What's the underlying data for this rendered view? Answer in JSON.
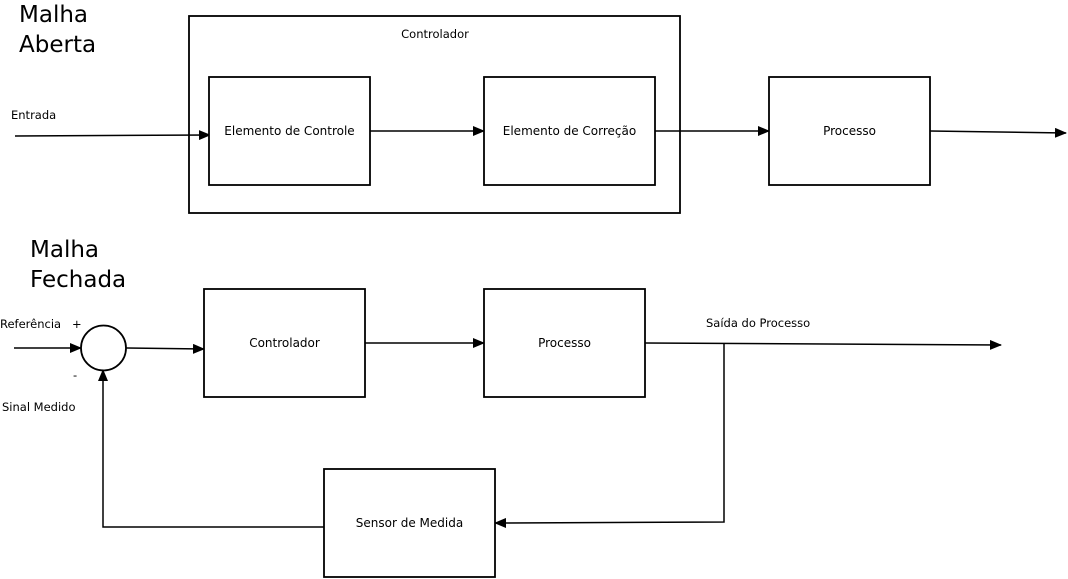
{
  "open_loop": {
    "title_line1": "Malha",
    "title_line2": "Aberta",
    "controller_group": "Controlador",
    "input": "Entrada",
    "control_element": "Elemento de Controle",
    "correction_element": "Elemento de Correção",
    "process": "Processo"
  },
  "closed_loop": {
    "title_line1": "Malha",
    "title_line2": "Fechada",
    "reference": "Referência",
    "plus": "+",
    "minus": "-",
    "measured_signal": "Sinal Medido",
    "controller": "Controlador",
    "process": "Processo",
    "process_output": "Saída do Processo",
    "sensor": "Sensor de Medida"
  }
}
